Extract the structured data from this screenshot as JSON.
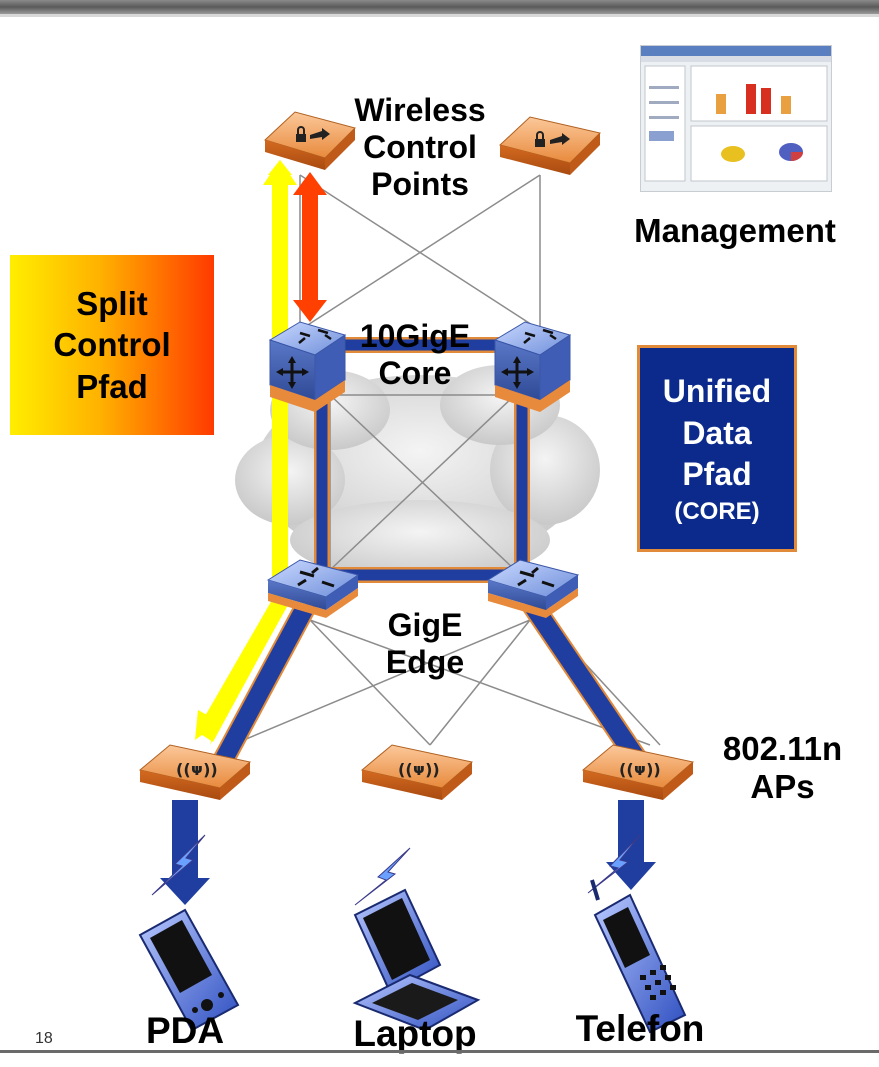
{
  "labels": {
    "wireless_control_points": "Wireless\nControl\nPoints",
    "management": "Management",
    "core": "10GigE\nCore",
    "edge": "GigE\nEdge",
    "aps": "802.11n\nAPs",
    "pda": "PDA",
    "laptop": "Laptop",
    "telefon": "Telefon"
  },
  "split_control": "Split\nControl\nPfad",
  "unified_data": {
    "title": "Unified\nData\nPfad",
    "sub": "(CORE)"
  },
  "slide_number": "18",
  "colors": {
    "switch_orange": "#f0a060",
    "switch_blue": "#7f9fe0",
    "data_path_blue": "#1f3ea0",
    "control_yellow": "#ffff00",
    "control_red": "#ff4000"
  }
}
